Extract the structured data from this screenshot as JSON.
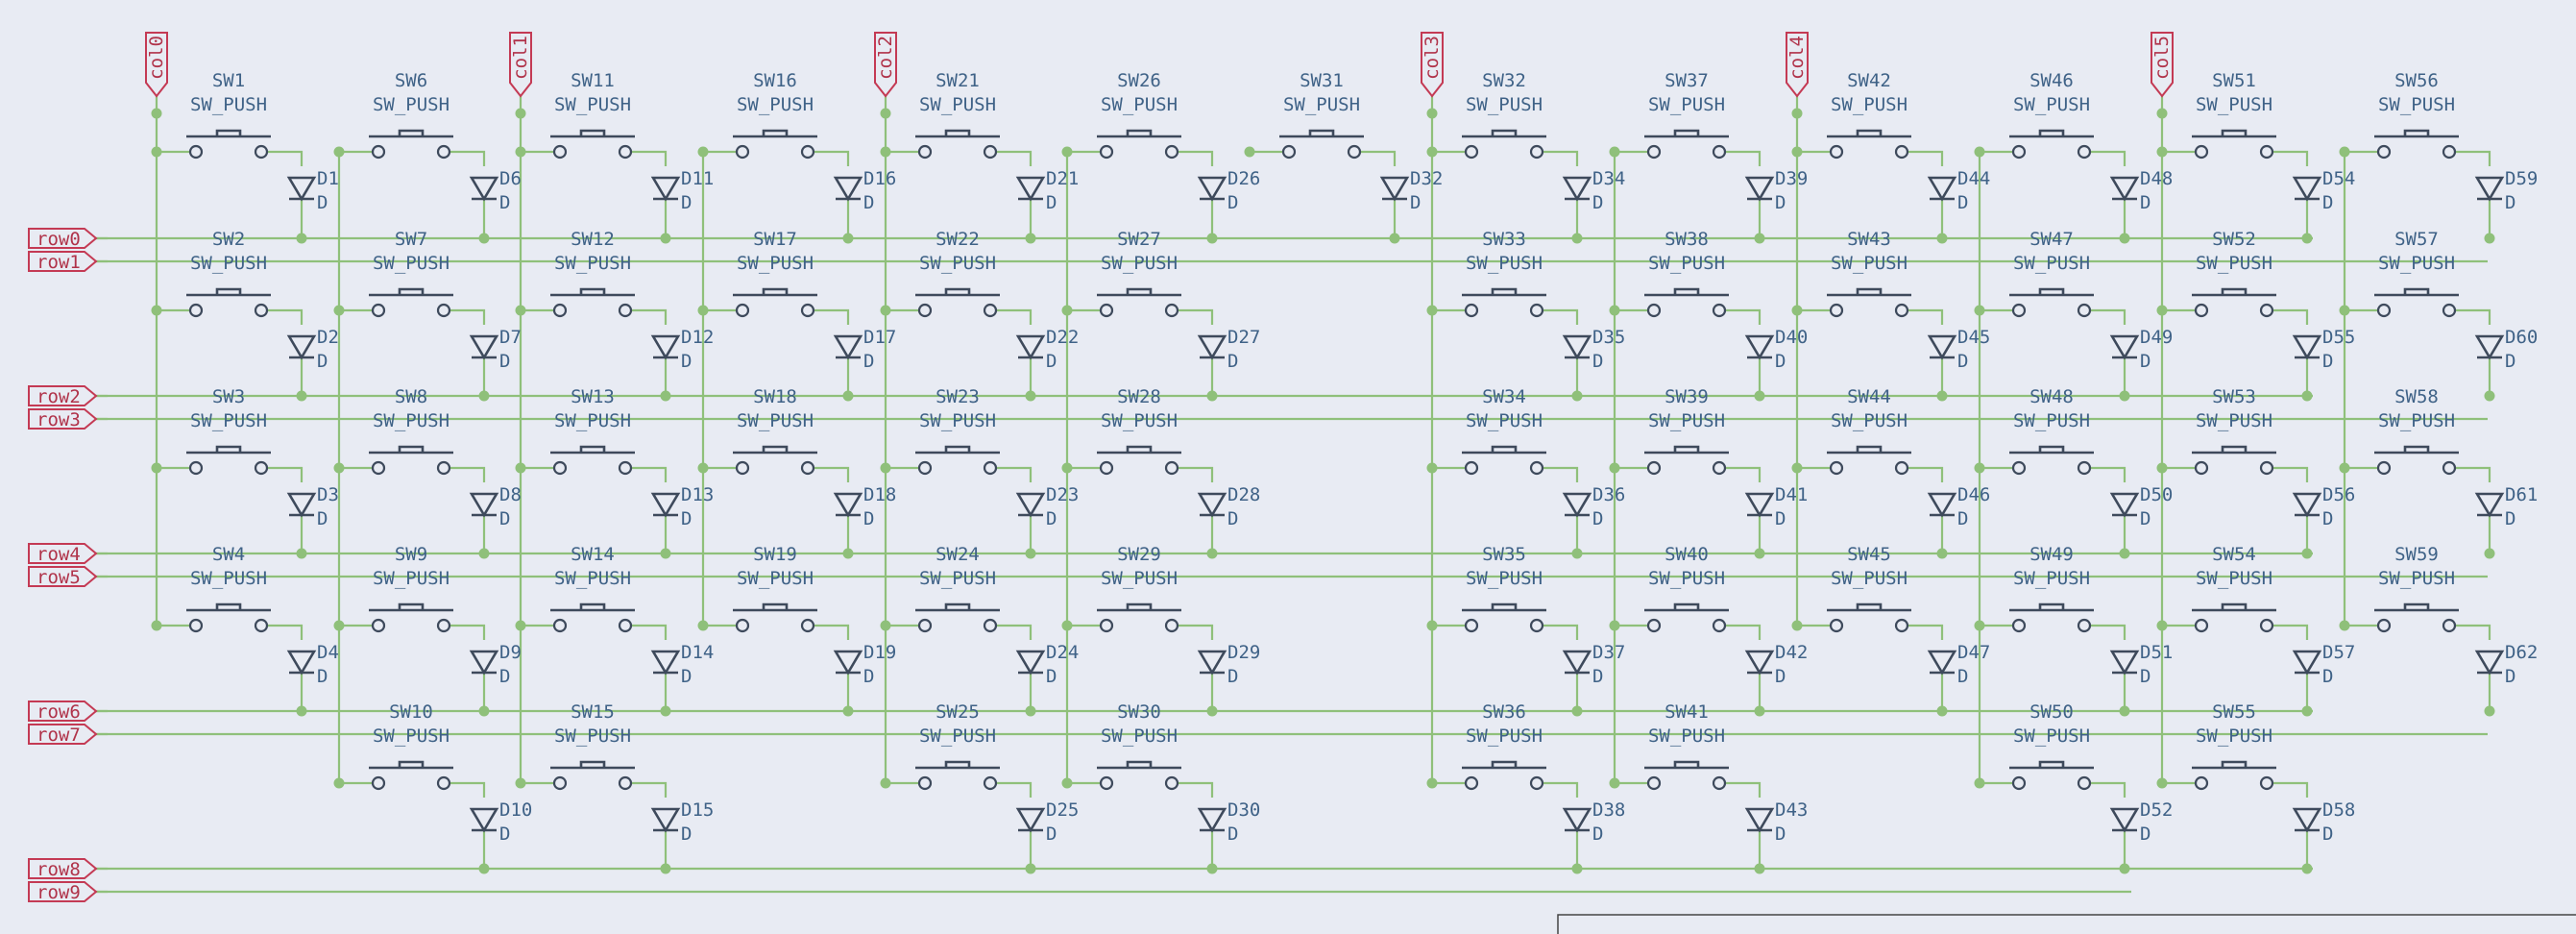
{
  "colors": {
    "wire": "#8fc07a",
    "symbol": "#3e4a5c",
    "reference_text": "#3f6287",
    "label": "#c43a54",
    "background": "#e8ebf3"
  },
  "column_labels": [
    "col0",
    "col1",
    "col2",
    "col3",
    "col4",
    "col5"
  ],
  "row_labels": [
    "row0",
    "row1",
    "row2",
    "row3",
    "row4",
    "row5",
    "row6",
    "row7",
    "row8",
    "row9"
  ],
  "switch_value": "SW_PUSH",
  "diode_value": "D",
  "switches": [
    {
      "ref": "SW1",
      "col": 0,
      "row": 0
    },
    {
      "ref": "SW6",
      "col": 1,
      "row": 0
    },
    {
      "ref": "SW11",
      "col": 2,
      "row": 0
    },
    {
      "ref": "SW16",
      "col": 3,
      "row": 0
    },
    {
      "ref": "SW21",
      "col": 4,
      "row": 0
    },
    {
      "ref": "SW26",
      "col": 5,
      "row": 0
    },
    {
      "ref": "SW31",
      "col": 6,
      "row": 0
    },
    {
      "ref": "SW32",
      "col": 7,
      "row": 0
    },
    {
      "ref": "SW37",
      "col": 8,
      "row": 0
    },
    {
      "ref": "SW42",
      "col": 9,
      "row": 0
    },
    {
      "ref": "SW46",
      "col": 10,
      "row": 0
    },
    {
      "ref": "SW51",
      "col": 11,
      "row": 0
    },
    {
      "ref": "SW56",
      "col": 12,
      "row": 0
    },
    {
      "ref": "SW2",
      "col": 0,
      "row": 1
    },
    {
      "ref": "SW7",
      "col": 1,
      "row": 1
    },
    {
      "ref": "SW12",
      "col": 2,
      "row": 1
    },
    {
      "ref": "SW17",
      "col": 3,
      "row": 1
    },
    {
      "ref": "SW22",
      "col": 4,
      "row": 1
    },
    {
      "ref": "SW27",
      "col": 5,
      "row": 1
    },
    {
      "ref": "SW33",
      "col": 7,
      "row": 1
    },
    {
      "ref": "SW38",
      "col": 8,
      "row": 1
    },
    {
      "ref": "SW43",
      "col": 9,
      "row": 1
    },
    {
      "ref": "SW47",
      "col": 10,
      "row": 1
    },
    {
      "ref": "SW52",
      "col": 11,
      "row": 1
    },
    {
      "ref": "SW57",
      "col": 12,
      "row": 1
    },
    {
      "ref": "SW3",
      "col": 0,
      "row": 2
    },
    {
      "ref": "SW8",
      "col": 1,
      "row": 2
    },
    {
      "ref": "SW13",
      "col": 2,
      "row": 2
    },
    {
      "ref": "SW18",
      "col": 3,
      "row": 2
    },
    {
      "ref": "SW23",
      "col": 4,
      "row": 2
    },
    {
      "ref": "SW28",
      "col": 5,
      "row": 2
    },
    {
      "ref": "SW34",
      "col": 7,
      "row": 2
    },
    {
      "ref": "SW39",
      "col": 8,
      "row": 2
    },
    {
      "ref": "SW44",
      "col": 9,
      "row": 2
    },
    {
      "ref": "SW48",
      "col": 10,
      "row": 2
    },
    {
      "ref": "SW53",
      "col": 11,
      "row": 2
    },
    {
      "ref": "SW58",
      "col": 12,
      "row": 2
    },
    {
      "ref": "SW4",
      "col": 0,
      "row": 3
    },
    {
      "ref": "SW9",
      "col": 1,
      "row": 3
    },
    {
      "ref": "SW14",
      "col": 2,
      "row": 3
    },
    {
      "ref": "SW19",
      "col": 3,
      "row": 3
    },
    {
      "ref": "SW24",
      "col": 4,
      "row": 3
    },
    {
      "ref": "SW29",
      "col": 5,
      "row": 3
    },
    {
      "ref": "SW35",
      "col": 7,
      "row": 3
    },
    {
      "ref": "SW40",
      "col": 8,
      "row": 3
    },
    {
      "ref": "SW45",
      "col": 9,
      "row": 3
    },
    {
      "ref": "SW49",
      "col": 10,
      "row": 3
    },
    {
      "ref": "SW54",
      "col": 11,
      "row": 3
    },
    {
      "ref": "SW59",
      "col": 12,
      "row": 3
    },
    {
      "ref": "SW10",
      "col": 1,
      "row": 4
    },
    {
      "ref": "SW15",
      "col": 2,
      "row": 4
    },
    {
      "ref": "SW25",
      "col": 4,
      "row": 4
    },
    {
      "ref": "SW30",
      "col": 5,
      "row": 4
    },
    {
      "ref": "SW36",
      "col": 7,
      "row": 4
    },
    {
      "ref": "SW41",
      "col": 8,
      "row": 4
    },
    {
      "ref": "SW50",
      "col": 10,
      "row": 4
    },
    {
      "ref": "SW55",
      "col": 11,
      "row": 4
    }
  ],
  "diodes": [
    {
      "ref": "D1",
      "col": 0,
      "row": 0
    },
    {
      "ref": "D6",
      "col": 1,
      "row": 0
    },
    {
      "ref": "D11",
      "col": 2,
      "row": 0
    },
    {
      "ref": "D16",
      "col": 3,
      "row": 0
    },
    {
      "ref": "D21",
      "col": 4,
      "row": 0
    },
    {
      "ref": "D26",
      "col": 5,
      "row": 0
    },
    {
      "ref": "D32",
      "col": 6,
      "row": 0
    },
    {
      "ref": "D34",
      "col": 7,
      "row": 0
    },
    {
      "ref": "D39",
      "col": 8,
      "row": 0
    },
    {
      "ref": "D44",
      "col": 9,
      "row": 0
    },
    {
      "ref": "D48",
      "col": 10,
      "row": 0
    },
    {
      "ref": "D54",
      "col": 11,
      "row": 0
    },
    {
      "ref": "D59",
      "col": 12,
      "row": 0
    },
    {
      "ref": "D2",
      "col": 0,
      "row": 1
    },
    {
      "ref": "D7",
      "col": 1,
      "row": 1
    },
    {
      "ref": "D12",
      "col": 2,
      "row": 1
    },
    {
      "ref": "D17",
      "col": 3,
      "row": 1
    },
    {
      "ref": "D22",
      "col": 4,
      "row": 1
    },
    {
      "ref": "D27",
      "col": 5,
      "row": 1
    },
    {
      "ref": "D35",
      "col": 7,
      "row": 1
    },
    {
      "ref": "D40",
      "col": 8,
      "row": 1
    },
    {
      "ref": "D45",
      "col": 9,
      "row": 1
    },
    {
      "ref": "D49",
      "col": 10,
      "row": 1
    },
    {
      "ref": "D55",
      "col": 11,
      "row": 1
    },
    {
      "ref": "D60",
      "col": 12,
      "row": 1
    },
    {
      "ref": "D3",
      "col": 0,
      "row": 2
    },
    {
      "ref": "D8",
      "col": 1,
      "row": 2
    },
    {
      "ref": "D13",
      "col": 2,
      "row": 2
    },
    {
      "ref": "D18",
      "col": 3,
      "row": 2
    },
    {
      "ref": "D23",
      "col": 4,
      "row": 2
    },
    {
      "ref": "D28",
      "col": 5,
      "row": 2
    },
    {
      "ref": "D36",
      "col": 7,
      "row": 2
    },
    {
      "ref": "D41",
      "col": 8,
      "row": 2
    },
    {
      "ref": "D46",
      "col": 9,
      "row": 2
    },
    {
      "ref": "D50",
      "col": 10,
      "row": 2
    },
    {
      "ref": "D56",
      "col": 11,
      "row": 2
    },
    {
      "ref": "D61",
      "col": 12,
      "row": 2
    },
    {
      "ref": "D4",
      "col": 0,
      "row": 3
    },
    {
      "ref": "D9",
      "col": 1,
      "row": 3
    },
    {
      "ref": "D14",
      "col": 2,
      "row": 3
    },
    {
      "ref": "D19",
      "col": 3,
      "row": 3
    },
    {
      "ref": "D24",
      "col": 4,
      "row": 3
    },
    {
      "ref": "D29",
      "col": 5,
      "row": 3
    },
    {
      "ref": "D37",
      "col": 7,
      "row": 3
    },
    {
      "ref": "D42",
      "col": 8,
      "row": 3
    },
    {
      "ref": "D47",
      "col": 9,
      "row": 3
    },
    {
      "ref": "D51",
      "col": 10,
      "row": 3
    },
    {
      "ref": "D57",
      "col": 11,
      "row": 3
    },
    {
      "ref": "D62",
      "col": 12,
      "row": 3
    },
    {
      "ref": "D10",
      "col": 1,
      "row": 4
    },
    {
      "ref": "D15",
      "col": 2,
      "row": 4
    },
    {
      "ref": "D25",
      "col": 4,
      "row": 4
    },
    {
      "ref": "D30",
      "col": 5,
      "row": 4
    },
    {
      "ref": "D38",
      "col": 7,
      "row": 4
    },
    {
      "ref": "D43",
      "col": 8,
      "row": 4
    },
    {
      "ref": "D52",
      "col": 10,
      "row": 4
    },
    {
      "ref": "D58",
      "col": 11,
      "row": 4
    }
  ]
}
